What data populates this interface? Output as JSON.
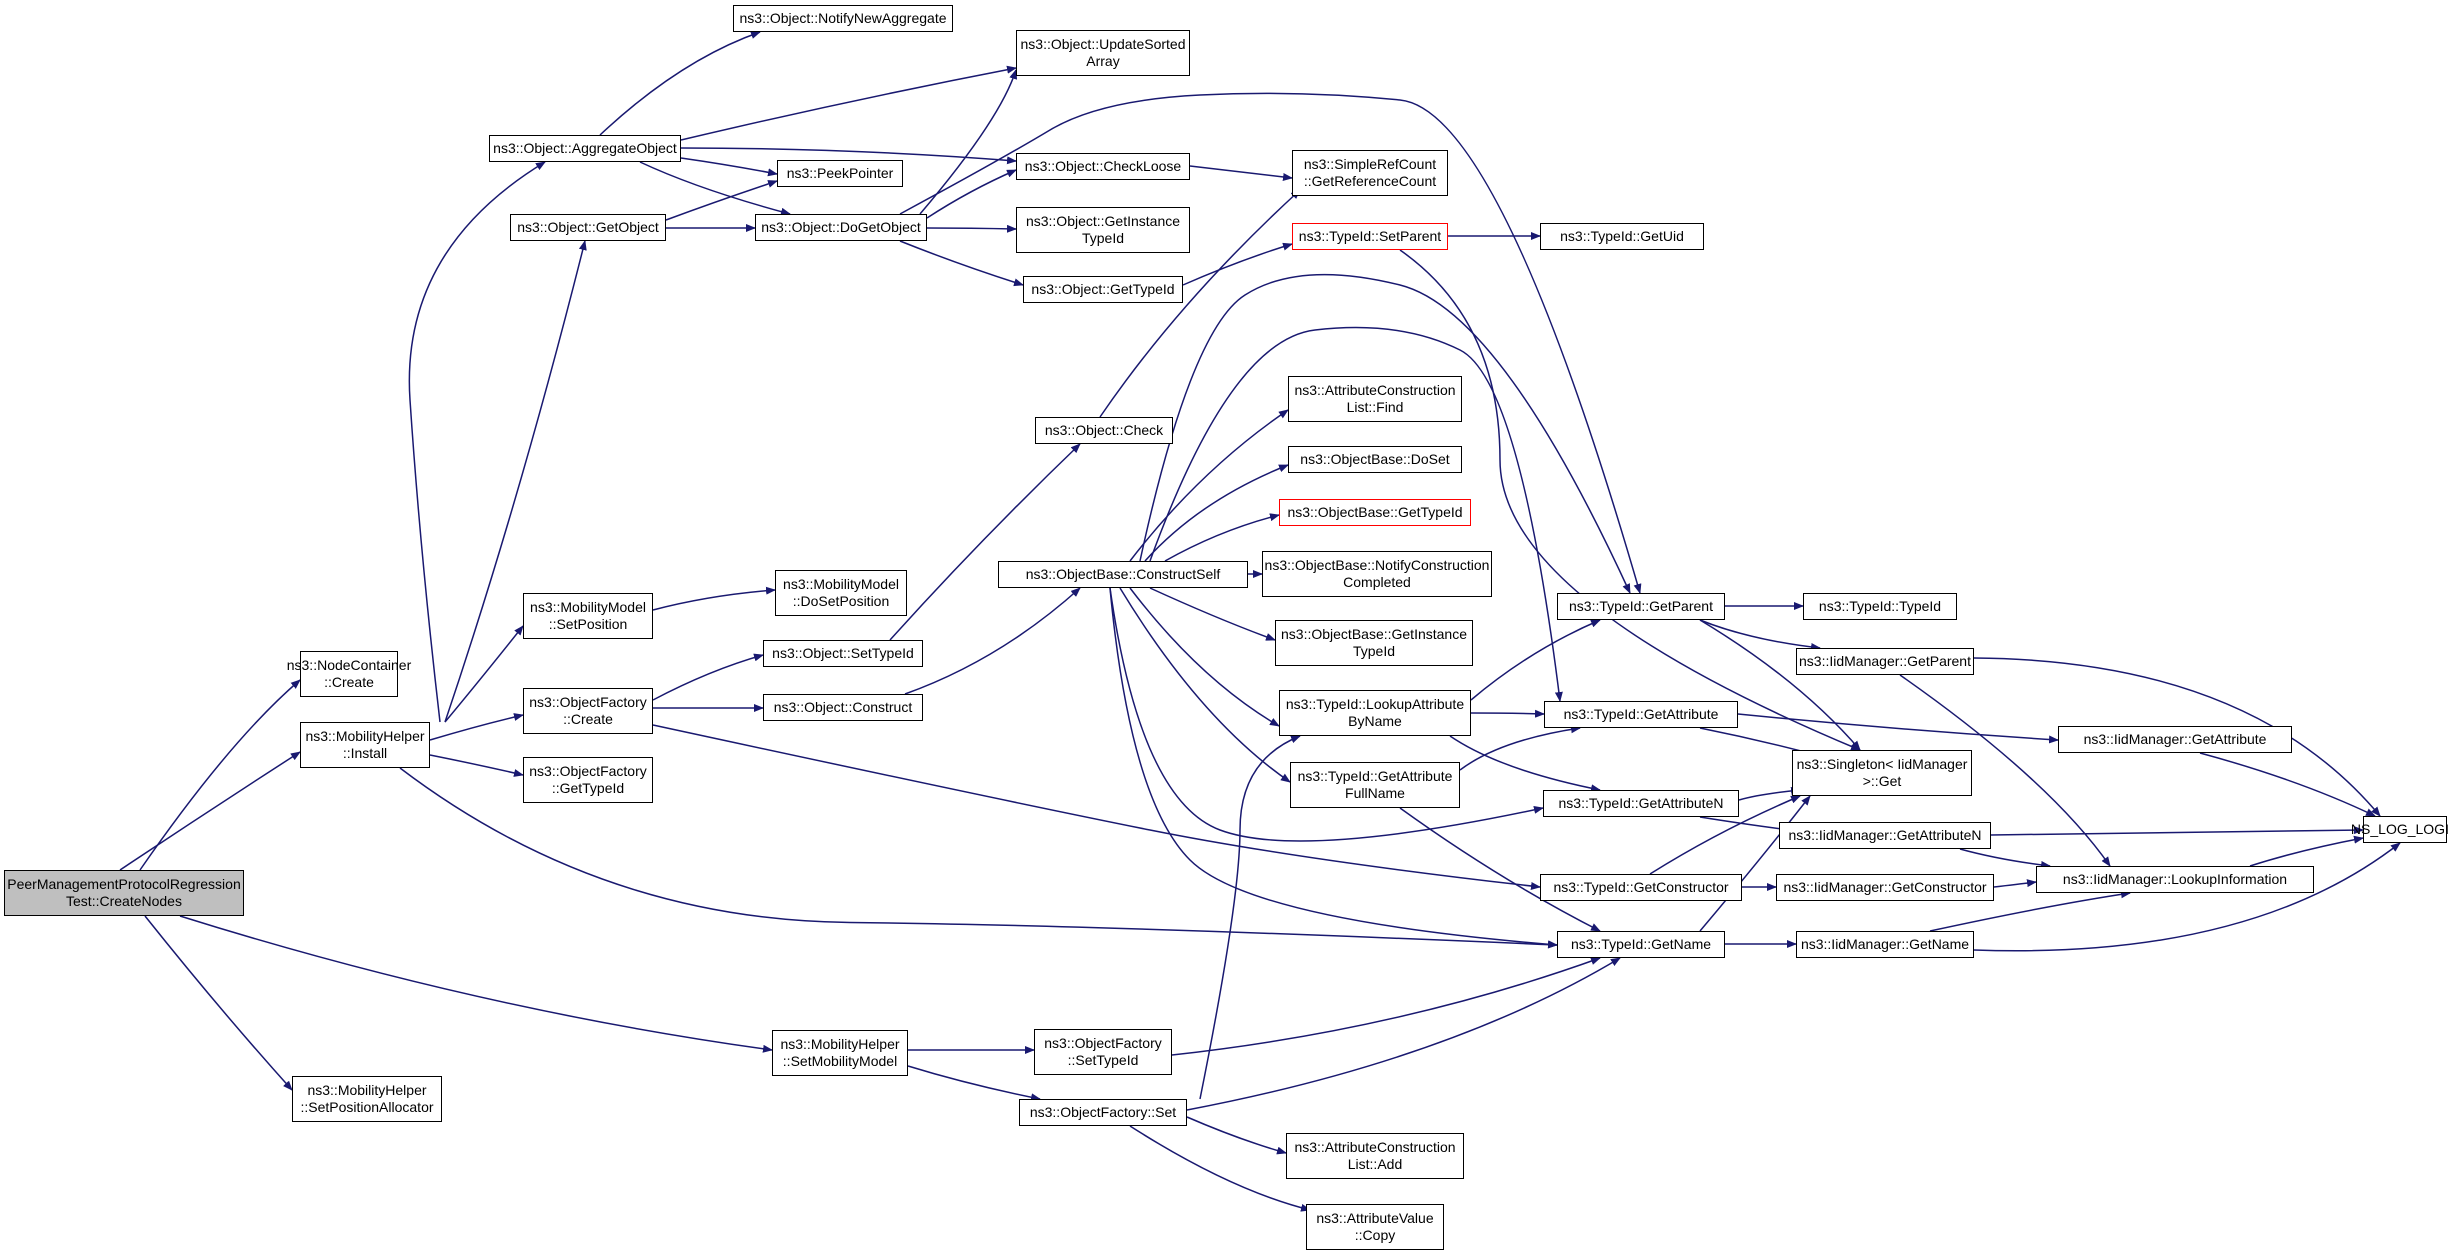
{
  "colors": {
    "edge": "#191970",
    "root_fill": "#bfbfbf",
    "node_border": "#000000",
    "highlight_border": "#ff0000"
  },
  "nodes": [
    {
      "id": "root",
      "lines": [
        "PeerManagementProtocolRegression",
        "Test::CreateNodes"
      ],
      "style": "root"
    },
    {
      "id": "nc_create",
      "lines": [
        "ns3::NodeContainer",
        "::Create"
      ]
    },
    {
      "id": "mh_install",
      "lines": [
        "ns3::MobilityHelper",
        "::Install"
      ]
    },
    {
      "id": "mh_setposalloc",
      "lines": [
        "ns3::MobilityHelper",
        "::SetPositionAllocator"
      ]
    },
    {
      "id": "mh_setmobmodel",
      "lines": [
        "ns3::MobilityHelper",
        "::SetMobilityModel"
      ]
    },
    {
      "id": "obj_aggregate",
      "lines": [
        "ns3::Object::AggregateObject"
      ]
    },
    {
      "id": "obj_getobject",
      "lines": [
        "ns3::Object::GetObject"
      ]
    },
    {
      "id": "mm_setpos",
      "lines": [
        "ns3::MobilityModel",
        "::SetPosition"
      ]
    },
    {
      "id": "of_create",
      "lines": [
        "ns3::ObjectFactory",
        "::Create"
      ]
    },
    {
      "id": "of_gettypeid",
      "lines": [
        "ns3::ObjectFactory",
        "::GetTypeId"
      ]
    },
    {
      "id": "obj_notifynew",
      "lines": [
        "ns3::Object::NotifyNewAggregate"
      ]
    },
    {
      "id": "peekpointer",
      "lines": [
        "ns3::PeekPointer"
      ]
    },
    {
      "id": "obj_dogetobject",
      "lines": [
        "ns3::Object::DoGetObject"
      ]
    },
    {
      "id": "mm_dosetpos",
      "lines": [
        "ns3::MobilityModel",
        "::DoSetPosition"
      ]
    },
    {
      "id": "obj_settypeid",
      "lines": [
        "ns3::Object::SetTypeId"
      ]
    },
    {
      "id": "obj_construct",
      "lines": [
        "ns3::Object::Construct"
      ]
    },
    {
      "id": "obj_updatesorted",
      "lines": [
        "ns3::Object::UpdateSorted",
        "Array"
      ]
    },
    {
      "id": "obj_checkloose",
      "lines": [
        "ns3::Object::CheckLoose"
      ]
    },
    {
      "id": "obj_getinstance",
      "lines": [
        "ns3::Object::GetInstance",
        "TypeId"
      ]
    },
    {
      "id": "obj_gettypeid",
      "lines": [
        "ns3::Object::GetTypeId"
      ]
    },
    {
      "id": "obj_check",
      "lines": [
        "ns3::Object::Check"
      ]
    },
    {
      "id": "ob_constructself",
      "lines": [
        "ns3::ObjectBase::ConstructSelf"
      ]
    },
    {
      "id": "of_settypeid",
      "lines": [
        "ns3::ObjectFactory",
        "::SetTypeId"
      ]
    },
    {
      "id": "of_set",
      "lines": [
        "ns3::ObjectFactory::Set"
      ]
    },
    {
      "id": "src_getrefcount",
      "lines": [
        "ns3::SimpleRefCount",
        "::GetReferenceCount"
      ]
    },
    {
      "id": "tid_setparent",
      "lines": [
        "ns3::TypeId::SetParent"
      ],
      "style": "red"
    },
    {
      "id": "acl_find",
      "lines": [
        "ns3::AttributeConstruction",
        "List::Find"
      ]
    },
    {
      "id": "ob_doset",
      "lines": [
        "ns3::ObjectBase::DoSet"
      ]
    },
    {
      "id": "ob_gettypeid",
      "lines": [
        "ns3::ObjectBase::GetTypeId"
      ],
      "style": "red"
    },
    {
      "id": "ob_notifyconst",
      "lines": [
        "ns3::ObjectBase::NotifyConstruction",
        "Completed"
      ]
    },
    {
      "id": "ob_getinstance",
      "lines": [
        "ns3::ObjectBase::GetInstance",
        "TypeId"
      ]
    },
    {
      "id": "tid_lookupattr",
      "lines": [
        "ns3::TypeId::LookupAttribute",
        "ByName"
      ]
    },
    {
      "id": "tid_getattrfull",
      "lines": [
        "ns3::TypeId::GetAttribute",
        "FullName"
      ]
    },
    {
      "id": "acl_add",
      "lines": [
        "ns3::AttributeConstruction",
        "List::Add"
      ]
    },
    {
      "id": "av_copy",
      "lines": [
        "ns3::AttributeValue",
        "::Copy"
      ]
    },
    {
      "id": "tid_getuid",
      "lines": [
        "ns3::TypeId::GetUid"
      ]
    },
    {
      "id": "tid_getparent",
      "lines": [
        "ns3::TypeId::GetParent"
      ]
    },
    {
      "id": "tid_getattribute",
      "lines": [
        "ns3::TypeId::GetAttribute"
      ]
    },
    {
      "id": "tid_getattributen",
      "lines": [
        "ns3::TypeId::GetAttributeN"
      ]
    },
    {
      "id": "tid_getconstructor",
      "lines": [
        "ns3::TypeId::GetConstructor"
      ]
    },
    {
      "id": "tid_getname",
      "lines": [
        "ns3::TypeId::GetName"
      ]
    },
    {
      "id": "tid_typeid",
      "lines": [
        "ns3::TypeId::TypeId"
      ]
    },
    {
      "id": "singleton_get",
      "lines": [
        "ns3::Singleton< IidManager",
        ">::Get"
      ]
    },
    {
      "id": "iid_getparent",
      "lines": [
        "ns3::IidManager::GetParent"
      ]
    },
    {
      "id": "iid_getattributen",
      "lines": [
        "ns3::IidManager::GetAttributeN"
      ]
    },
    {
      "id": "iid_getconstructor",
      "lines": [
        "ns3::IidManager::GetConstructor"
      ]
    },
    {
      "id": "iid_getname",
      "lines": [
        "ns3::IidManager::GetName"
      ]
    },
    {
      "id": "iid_getattribute",
      "lines": [
        "ns3::IidManager::GetAttribute"
      ]
    },
    {
      "id": "iid_lookupinfo",
      "lines": [
        "ns3::IidManager::LookupInformation"
      ]
    },
    {
      "id": "ns_log_logic",
      "lines": [
        "NS_LOG_LOGIC"
      ]
    }
  ]
}
